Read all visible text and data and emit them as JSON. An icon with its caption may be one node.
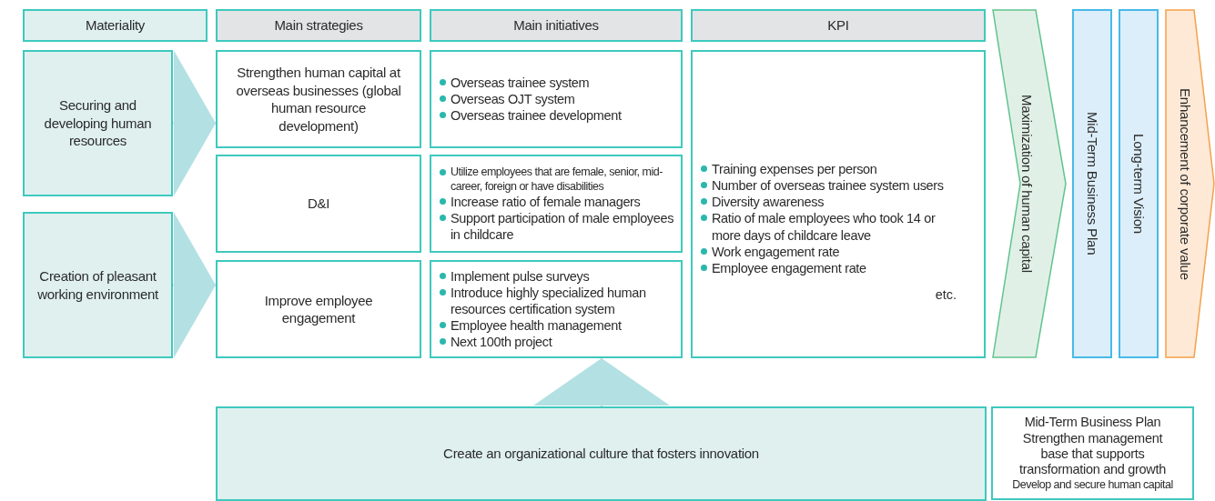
{
  "diagram": {
    "nodes": [
      {
        "text": [
          "Materiality"
        ]
      },
      {
        "text": [
          "Main strategies"
        ]
      },
      {
        "text": [
          "Main initiatives"
        ]
      },
      {
        "text": [
          "KPI"
        ]
      },
      {
        "text": [
          "Securing and developing human resources"
        ]
      },
      {
        "text": [
          "Creation of pleasant working environment"
        ]
      },
      {
        "text": [
          "Strengthen human capital at overseas businesses (global human resource development)"
        ]
      },
      {
        "text": [
          "D&I"
        ]
      },
      {
        "text": [
          "Improve employee engagement"
        ]
      },
      {
        "text": [
          "Overseas trainee system",
          "Overseas OJT system",
          "Overseas trainee development"
        ]
      },
      {
        "text": [
          "Utilize employees that are female, senior, mid-career, foreign or have disabilities",
          "Increase ratio of female managers",
          "Support participation of male employees in childcare"
        ]
      },
      {
        "text": [
          "Implement pulse surveys",
          "Introduce highly specialized human resources certification system",
          "Employee health management",
          "Next 100th project"
        ]
      },
      {
        "text": [
          "Training expenses per person",
          "Number of overseas trainee system users",
          "Diversity awareness",
          "Ratio of male employees who took 14 or more days of childcare leave",
          "Work engagement rate",
          "Employee engagement rate",
          "etc."
        ]
      },
      {
        "text": [
          "Maximization of human capital"
        ]
      },
      {
        "text": [
          "Mid-Term Business Plan"
        ]
      },
      {
        "text": [
          "Long-term Vision"
        ]
      },
      {
        "text": [
          "Enhancement of corporate value"
        ]
      },
      {
        "text": [
          "Create an organizational culture that fosters innovation"
        ]
      },
      {
        "text": [
          "Mid-Term Business Plan",
          "Strengthen management base that supports transformation and growth",
          "Develop and secure human capital"
        ]
      }
    ],
    "edges": [
      {
        "from": 4,
        "to": 6,
        "arrow": "to"
      },
      {
        "from": 5,
        "to": 8,
        "arrow": "to"
      },
      {
        "from": 17,
        "to": 11,
        "arrow": "to"
      }
    ]
  }
}
